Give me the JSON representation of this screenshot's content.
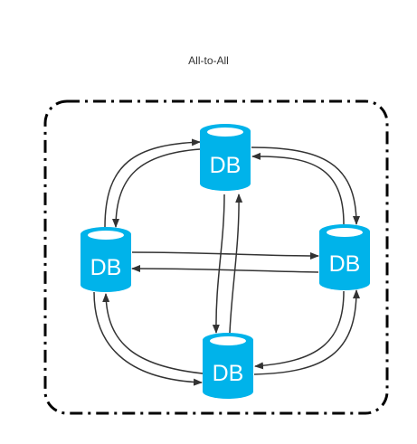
{
  "title": "All-to-All",
  "colors": {
    "db_fill": "#00B3EA",
    "db_top": "#ffffff",
    "arrow": "#333333",
    "border": "#000000"
  },
  "nodes": [
    {
      "id": "top",
      "label": "DB"
    },
    {
      "id": "left",
      "label": "DB"
    },
    {
      "id": "right",
      "label": "DB"
    },
    {
      "id": "bottom",
      "label": "DB"
    }
  ],
  "edges": [
    {
      "from": "top",
      "to": "left"
    },
    {
      "from": "left",
      "to": "top"
    },
    {
      "from": "top",
      "to": "right"
    },
    {
      "from": "right",
      "to": "top"
    },
    {
      "from": "left",
      "to": "right"
    },
    {
      "from": "right",
      "to": "left"
    },
    {
      "from": "top",
      "to": "bottom"
    },
    {
      "from": "bottom",
      "to": "top"
    },
    {
      "from": "left",
      "to": "bottom"
    },
    {
      "from": "bottom",
      "to": "left"
    },
    {
      "from": "right",
      "to": "bottom"
    },
    {
      "from": "bottom",
      "to": "right"
    }
  ]
}
